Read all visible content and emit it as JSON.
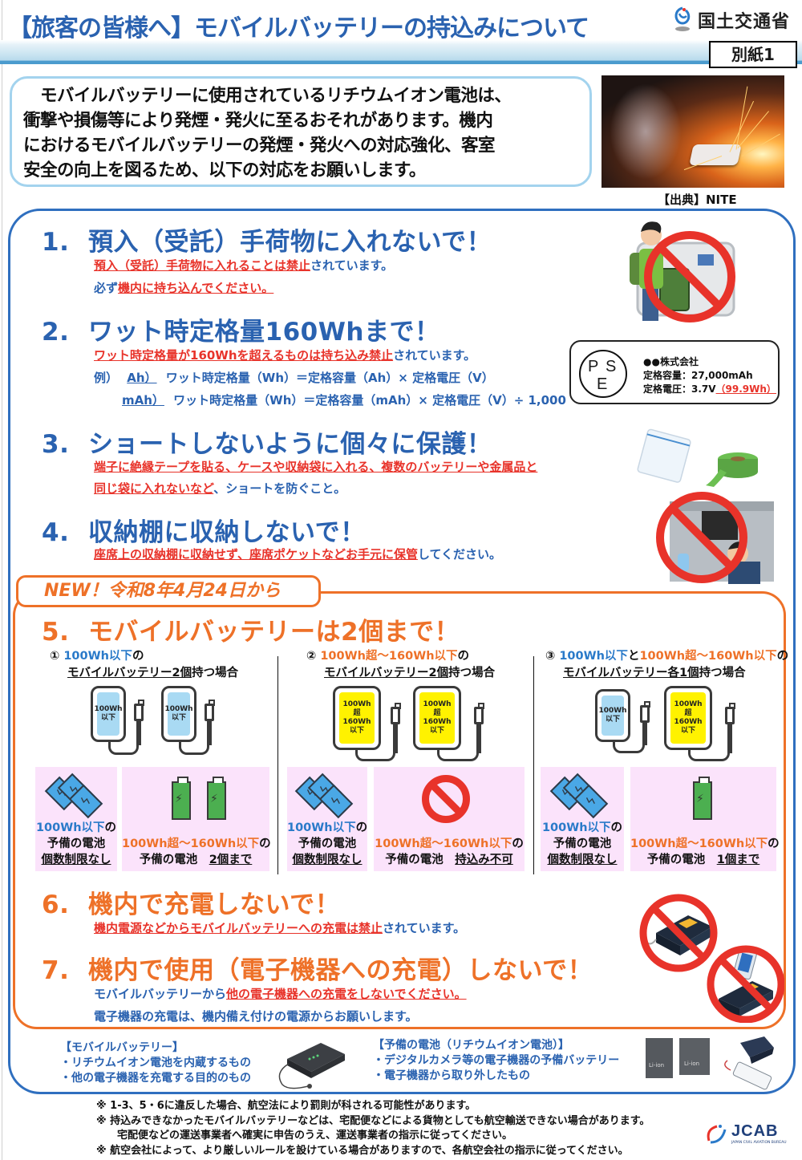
{
  "header": {
    "title": "【旅客の皆様へ】モバイルバッテリーの持込みについて",
    "ministry": "国土交通省",
    "attachment_label": "別紙1"
  },
  "intro": {
    "lines": [
      "　モバイルバッテリーに使用されているリチウムイオン電池は、",
      "衝撃や損傷等により発煙・発火に至るおそれがあります。機内",
      "におけるモバイルバッテリーの発煙・発火への対応強化、客室",
      "安全の向上を図るため、以下の対応をお願いします。"
    ],
    "photo_credit": "【出典】NITE"
  },
  "rules": [
    {
      "num": "1.",
      "title": "預入（受託）手荷物に入れないで！",
      "lines": [
        {
          "red": "預入（受託）手荷物に入れることは禁止",
          "rest": "されています。"
        },
        {
          "pre": "必ず",
          "red": "機内に持ち込んでください。",
          "rest": ""
        }
      ]
    },
    {
      "num": "2.",
      "title": "ワット時定格量160Whまで！",
      "lines": [
        {
          "red": "ワット時定格量が160Whを超えるものは持ち込み禁止",
          "rest": "されています。"
        }
      ],
      "example_prefix": "例）",
      "examples": [
        {
          "unit": "Ah）",
          "formula": "ワット時定格量（Wh）＝定格容量（Ah）× 定格電圧（V）"
        },
        {
          "unit": "mAh）",
          "formula": "ワット時定格量（Wh）＝定格容量（mAh）× 定格電圧（V）÷ 1,000"
        }
      ],
      "pse_label": {
        "mark": [
          "P",
          "S",
          "E"
        ],
        "company": "●●株式会社",
        "capacity": "定格容量：27,000mAh",
        "voltage": "定格電圧：3.7V",
        "wh": "（99.9Wh）"
      }
    },
    {
      "num": "3.",
      "title": "ショートしないように個々に保護！",
      "lines": [
        {
          "red": "端子に絶縁テープを貼る、ケースや収納袋に入れる、複数のバッテリーや金属品と",
          "rest": ""
        },
        {
          "red": "同じ袋に入れないなど",
          "rest": "、ショートを防ぐこと。"
        }
      ]
    },
    {
      "num": "4.",
      "title": "収納棚に収納しないで！",
      "lines": [
        {
          "red": "座席上の収納棚に収納せず、座席ポケットなどお手元に保管",
          "rest": "してください。"
        }
      ]
    }
  ],
  "new_section": {
    "badge": "NEW！令和8年4月24日から",
    "num": "5.",
    "title": "モバイルバッテリーは2個まで！",
    "cases": [
      {
        "marker": "①",
        "line1_parts": [
          {
            "text": "100Wh以下",
            "color": "blue"
          },
          {
            "text": "の",
            "color": "black"
          }
        ],
        "line2_u": "モバイルバッテリー2個",
        "line2_rest": "持つ場合",
        "phones": [
          {
            "label": "100Wh\n以下",
            "color": "blue"
          },
          {
            "label": "100Wh\n以下",
            "color": "blue"
          }
        ],
        "spare_left": {
          "l1_blue": "100Wh以下",
          "l1_rest": "の",
          "l2": "予備の電池",
          "l3": "個数制限なし"
        },
        "spare_right": {
          "l1_orange": "100Wh超～160Wh以下",
          "l1_rest": "の",
          "l2": "予備の電池",
          "l2_u": "2個まで"
        }
      },
      {
        "marker": "②",
        "line1_parts": [
          {
            "text": "100Wh超～160Wh以下",
            "color": "orange"
          },
          {
            "text": "の",
            "color": "black"
          }
        ],
        "line2_u": "モバイルバッテリー2個",
        "line2_rest": "持つ場合",
        "phones": [
          {
            "label": "100Wh超\n160Wh以下",
            "color": "yellow"
          },
          {
            "label": "100Wh超\n160Wh以下",
            "color": "yellow"
          }
        ],
        "spare_left": {
          "l1_blue": "100Wh以下",
          "l1_rest": "の",
          "l2": "予備の電池",
          "l3": "個数制限なし"
        },
        "spare_right": {
          "l1_orange": "100Wh超～160Wh以下",
          "l1_rest": "の",
          "l2": "予備の電池",
          "l2_u": "持込み不可"
        }
      },
      {
        "marker": "③",
        "line1_parts": [
          {
            "text": "100Wh以下",
            "color": "blue"
          },
          {
            "text": "と",
            "color": "black"
          },
          {
            "text": "100Wh超～160Wh以下",
            "color": "orange"
          },
          {
            "text": "の",
            "color": "black"
          }
        ],
        "line2_u": "モバイルバッテリー各1個",
        "line2_rest": "持つ場合",
        "phones": [
          {
            "label": "100Wh\n以下",
            "color": "blue"
          },
          {
            "label": "100Wh超\n160Wh以下",
            "color": "yellow"
          }
        ],
        "spare_left": {
          "l1_blue": "100Wh以下",
          "l1_rest": "の",
          "l2": "予備の電池",
          "l3": "個数制限なし"
        },
        "spare_right": {
          "l1_orange": "100Wh超～160Wh以下",
          "l1_rest": "の",
          "l2": "予備の電池",
          "l2_u": "1個まで"
        }
      }
    ]
  },
  "rule6": {
    "num": "6.",
    "title": "機内で充電しないで！",
    "red": "機内電源などからモバイルバッテリーへの充電は禁止",
    "rest": "されています。"
  },
  "rule7": {
    "num": "7.",
    "title": "機内で使用（電子機器への充電）しないで！",
    "line1_pre": "モバイルバッテリーから",
    "line1_red": "他の電子機器への充電をしないでください。",
    "line2": "電子機器の充電は、機内備え付けの電源からお願いします。"
  },
  "definitions": {
    "mobile_battery": {
      "title": "【モバイルバッテリー】",
      "items": [
        "・リチウムイオン電池を内蔵するもの",
        "・他の電子機器を充電する目的のもの"
      ]
    },
    "spare_battery": {
      "title": "【予備の電池（リチウムイオン電池）】",
      "items": [
        "・デジタルカメラ等の電子機器の予備バッテリー",
        "・電子機器から取り外したもの"
      ],
      "cell_label": "Li-ion"
    }
  },
  "footnotes": [
    "※ 1-3、5・6に違反した場合、航空法により罰則が科される可能性があります。",
    "※  持込みできなかったモバイルバッテリーなどは、宅配便などによる貨物としても航空輸送できない場合があります。",
    "　　宅配便などの運送事業者へ確実に申告のうえ、運送事業者の指示に従ってください。",
    "※ 航空会社によって、より厳しいルールを設けている場合がありますので、各航空会社の指示に従ってください。"
  ],
  "footer_logo": {
    "name": "JCAB",
    "sub": "JAPAN CIVIL AVIATION BUREAU"
  },
  "colors": {
    "blue_title": "#2a62b0",
    "red_emphasis": "#e8332a",
    "orange_new": "#ee7128",
    "frame_blue": "#2f6fbf",
    "light_blue_border": "#a3d3ee",
    "pink_panel": "#fbe3fb"
  }
}
